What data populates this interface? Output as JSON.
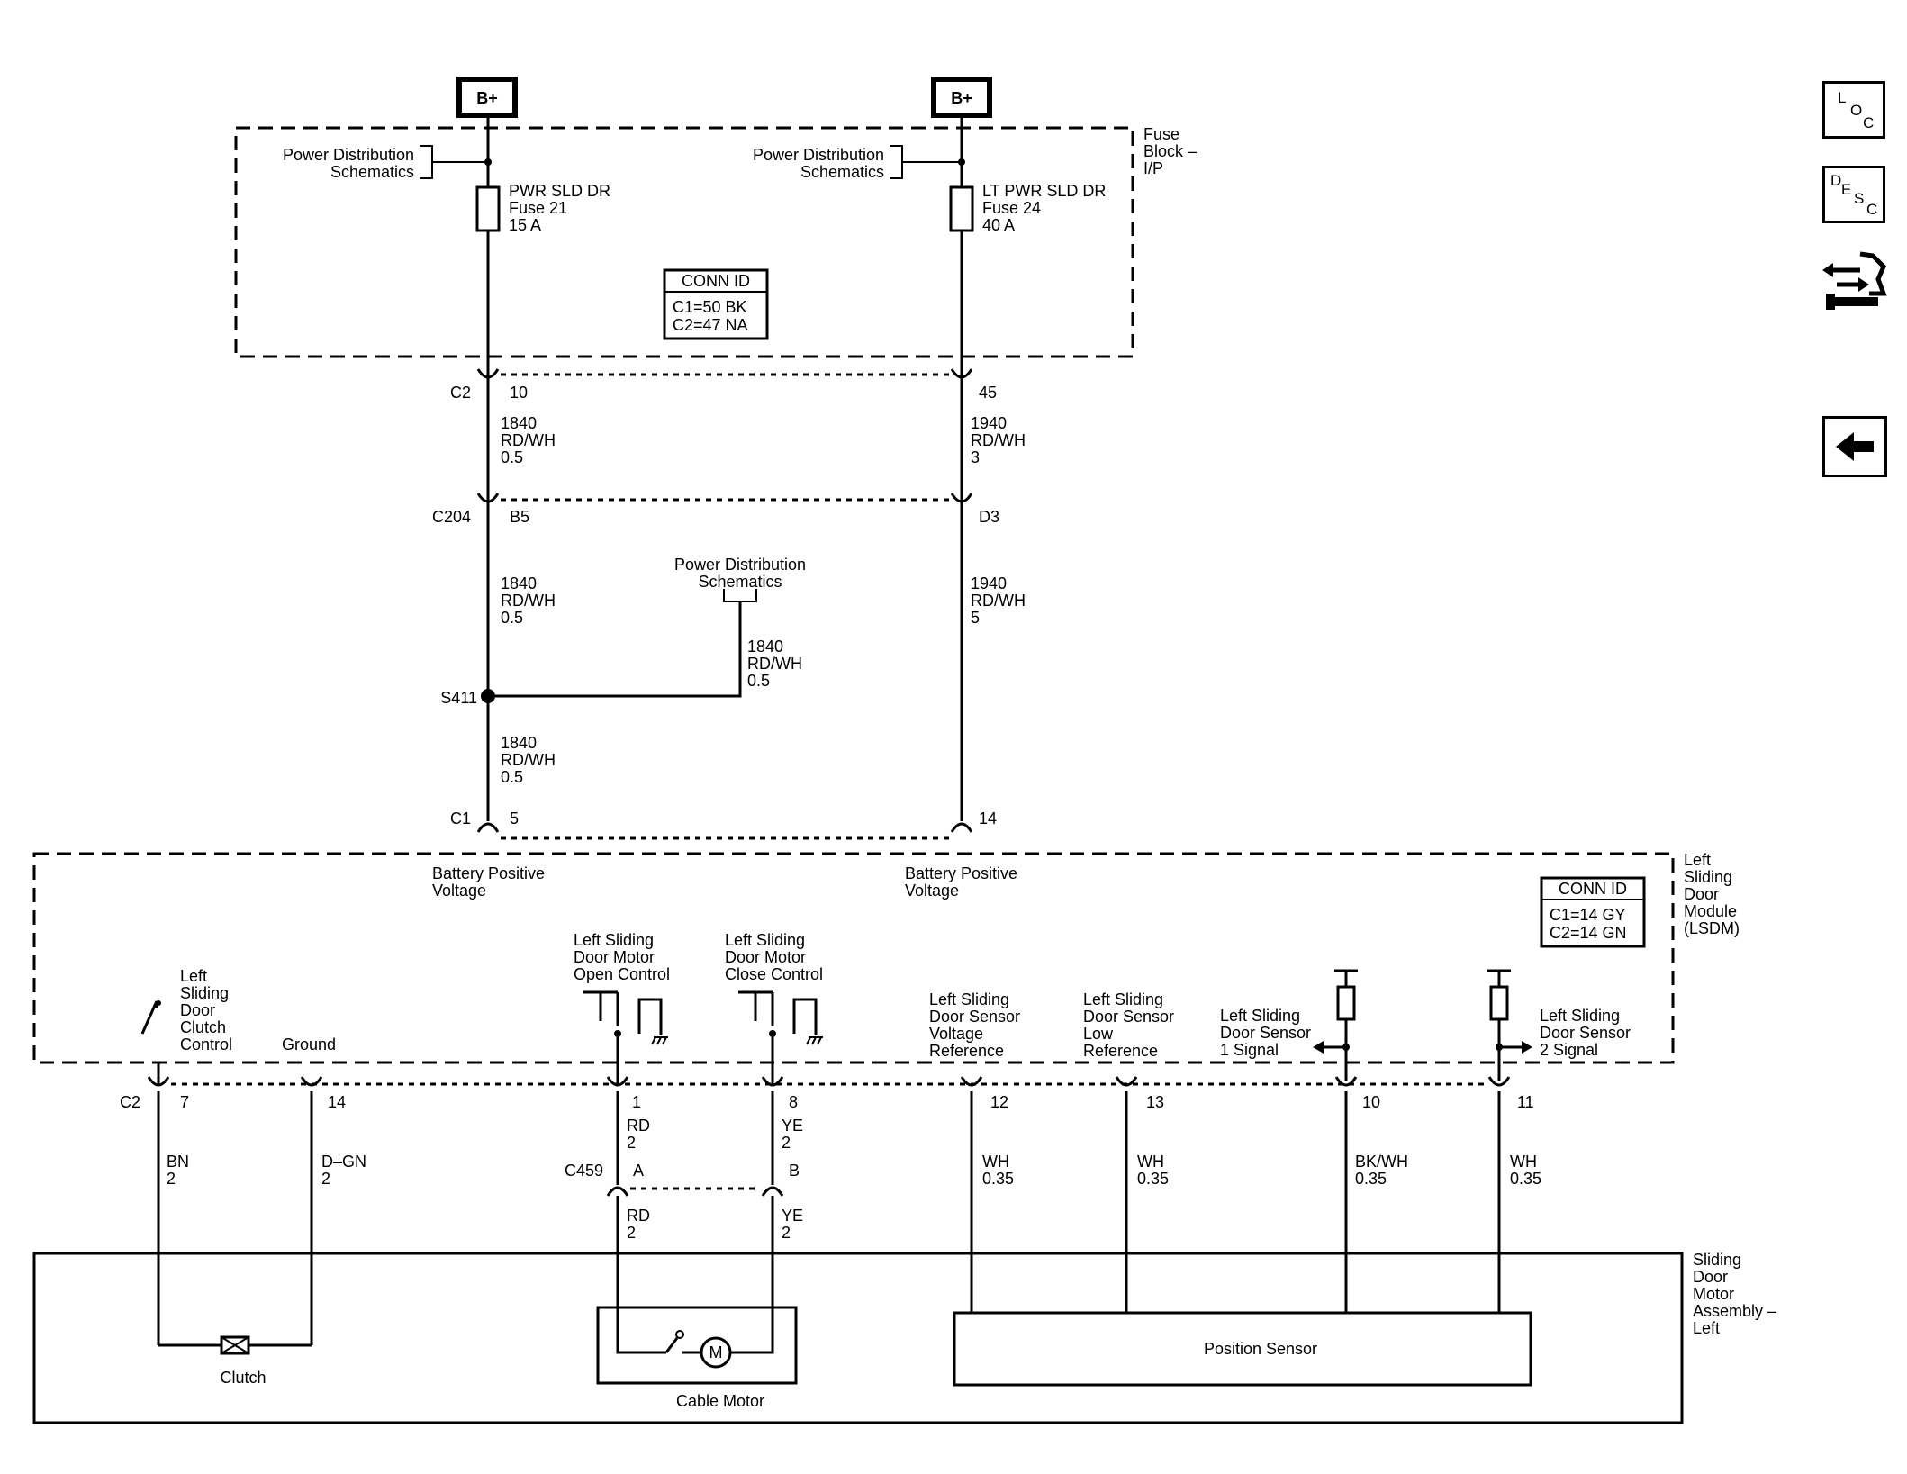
{
  "power": {
    "b_plus_left": "B+",
    "b_plus_right": "B+"
  },
  "fuse_block": {
    "name": [
      "Fuse",
      "Block –",
      "I/P"
    ],
    "pd_left": [
      "Power Distribution",
      "Schematics"
    ],
    "pd_right": [
      "Power Distribution",
      "Schematics"
    ],
    "fuse_left": [
      "PWR SLD DR",
      "Fuse 21",
      "15 A"
    ],
    "fuse_right": [
      "LT PWR SLD DR",
      "Fuse 24",
      "40 A"
    ],
    "conn_id_title": "CONN ID",
    "conn_id": [
      "C1=50 BK",
      "C2=47 NA"
    ]
  },
  "connectors": {
    "c2_top": "C2",
    "c2_top_left_pin": "10",
    "c2_top_right_pin": "45",
    "c204": "C204",
    "c204_left_pin": "B5",
    "c204_right_pin": "D3",
    "s411": "S411",
    "c1": "C1",
    "c1_left_pin": "5",
    "c1_right_pin": "14",
    "c2_bottom": "C2",
    "c459": "C459",
    "c459_pin_a": "A",
    "c459_pin_b": "B"
  },
  "wires": {
    "left_1": [
      "1840",
      "RD/WH",
      "0.5"
    ],
    "right_1": [
      "1940",
      "RD/WH",
      "3"
    ],
    "left_2": [
      "1840",
      "RD/WH",
      "0.5"
    ],
    "right_2": [
      "1940",
      "RD/WH",
      "5"
    ],
    "pd_mid": [
      "1840",
      "RD/WH",
      "0.5"
    ],
    "left_3": [
      "1840",
      "RD/WH",
      "0.5"
    ],
    "pd_mid_label": [
      "Power Distribution",
      "Schematics"
    ]
  },
  "module": {
    "name": [
      "Left",
      "Sliding",
      "Door",
      "Module",
      "(LSDM)"
    ],
    "conn_id_title": "CONN ID",
    "conn_id": [
      "C1=14 GY",
      "C2=14 GN"
    ],
    "batt_left": [
      "Battery Positive",
      "Voltage"
    ],
    "batt_right": [
      "Battery Positive",
      "Voltage"
    ],
    "clutch_ctrl": [
      "Left",
      "Sliding",
      "Door",
      "Clutch",
      "Control"
    ],
    "ground": "Ground",
    "motor_open": [
      "Left Sliding",
      "Door Motor",
      "Open Control"
    ],
    "motor_close": [
      "Left Sliding",
      "Door Motor",
      "Close Control"
    ],
    "sensor_ref": [
      "Left Sliding",
      "Door Sensor",
      "Voltage",
      "Reference"
    ],
    "sensor_low": [
      "Left Sliding",
      "Door Sensor",
      "Low",
      "Reference"
    ],
    "sensor_sig1": [
      "Left Sliding",
      "Door Sensor",
      "1 Signal"
    ],
    "sensor_sig2": [
      "Left Sliding",
      "Door Sensor",
      "2 Signal"
    ]
  },
  "pins": {
    "p7": "7",
    "p14": "14",
    "p1": "1",
    "p8": "8",
    "p12": "12",
    "p13": "13",
    "p10": "10",
    "p11": "11"
  },
  "bottom_wires": {
    "bn": [
      "BN",
      "2"
    ],
    "dgn": [
      "D–GN",
      "2"
    ],
    "rd_1": [
      "RD",
      "2"
    ],
    "ye_1": [
      "YE",
      "2"
    ],
    "rd_2": [
      "RD",
      "2"
    ],
    "ye_2": [
      "YE",
      "2"
    ],
    "wh_12": [
      "WH",
      "0.35"
    ],
    "wh_13": [
      "WH",
      "0.35"
    ],
    "bkwh_10": [
      "BK/WH",
      "0.35"
    ],
    "wh_11": [
      "WH",
      "0.35"
    ]
  },
  "assembly": {
    "name": [
      "Sliding",
      "Door",
      "Motor",
      "Assembly –",
      "Left"
    ],
    "clutch": "Clutch",
    "motor_symbol": "M",
    "cable_motor": "Cable Motor",
    "position_sensor": "Position Sensor"
  },
  "nav": {
    "loc": [
      "L",
      "O",
      "C"
    ],
    "desc": [
      "D",
      "E",
      "S",
      "C"
    ],
    "connector_icon": "connector-icon",
    "back_icon": "back-arrow-icon"
  }
}
